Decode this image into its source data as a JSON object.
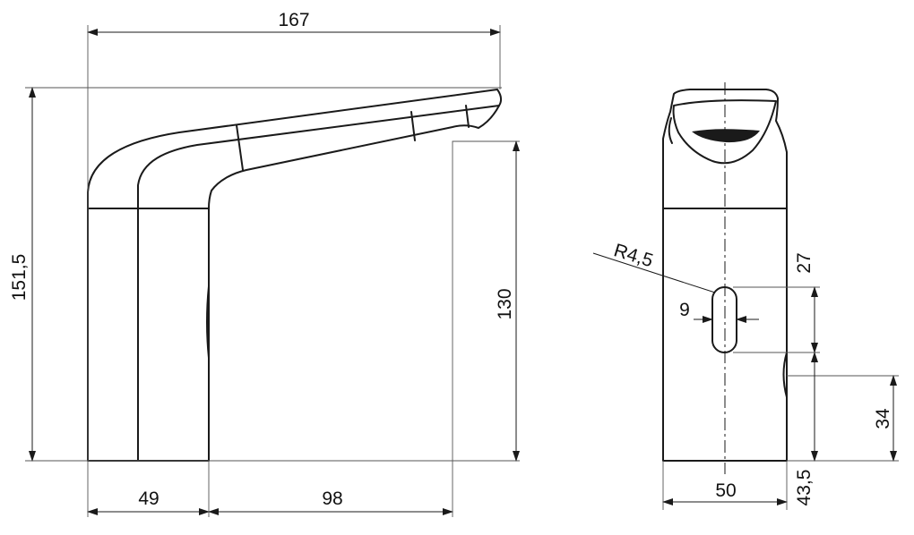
{
  "dimensions": {
    "overall_length": "167",
    "overall_height": "151,5",
    "spout_height": "130",
    "body_depth": "49",
    "spout_reach": "98",
    "slot_radius": "R4,5",
    "slot_width": "9",
    "slot_length": "27",
    "sensor_height": "34",
    "slot_base_height": "43,5",
    "body_width": "50"
  },
  "views": [
    "side-view",
    "front-view"
  ]
}
